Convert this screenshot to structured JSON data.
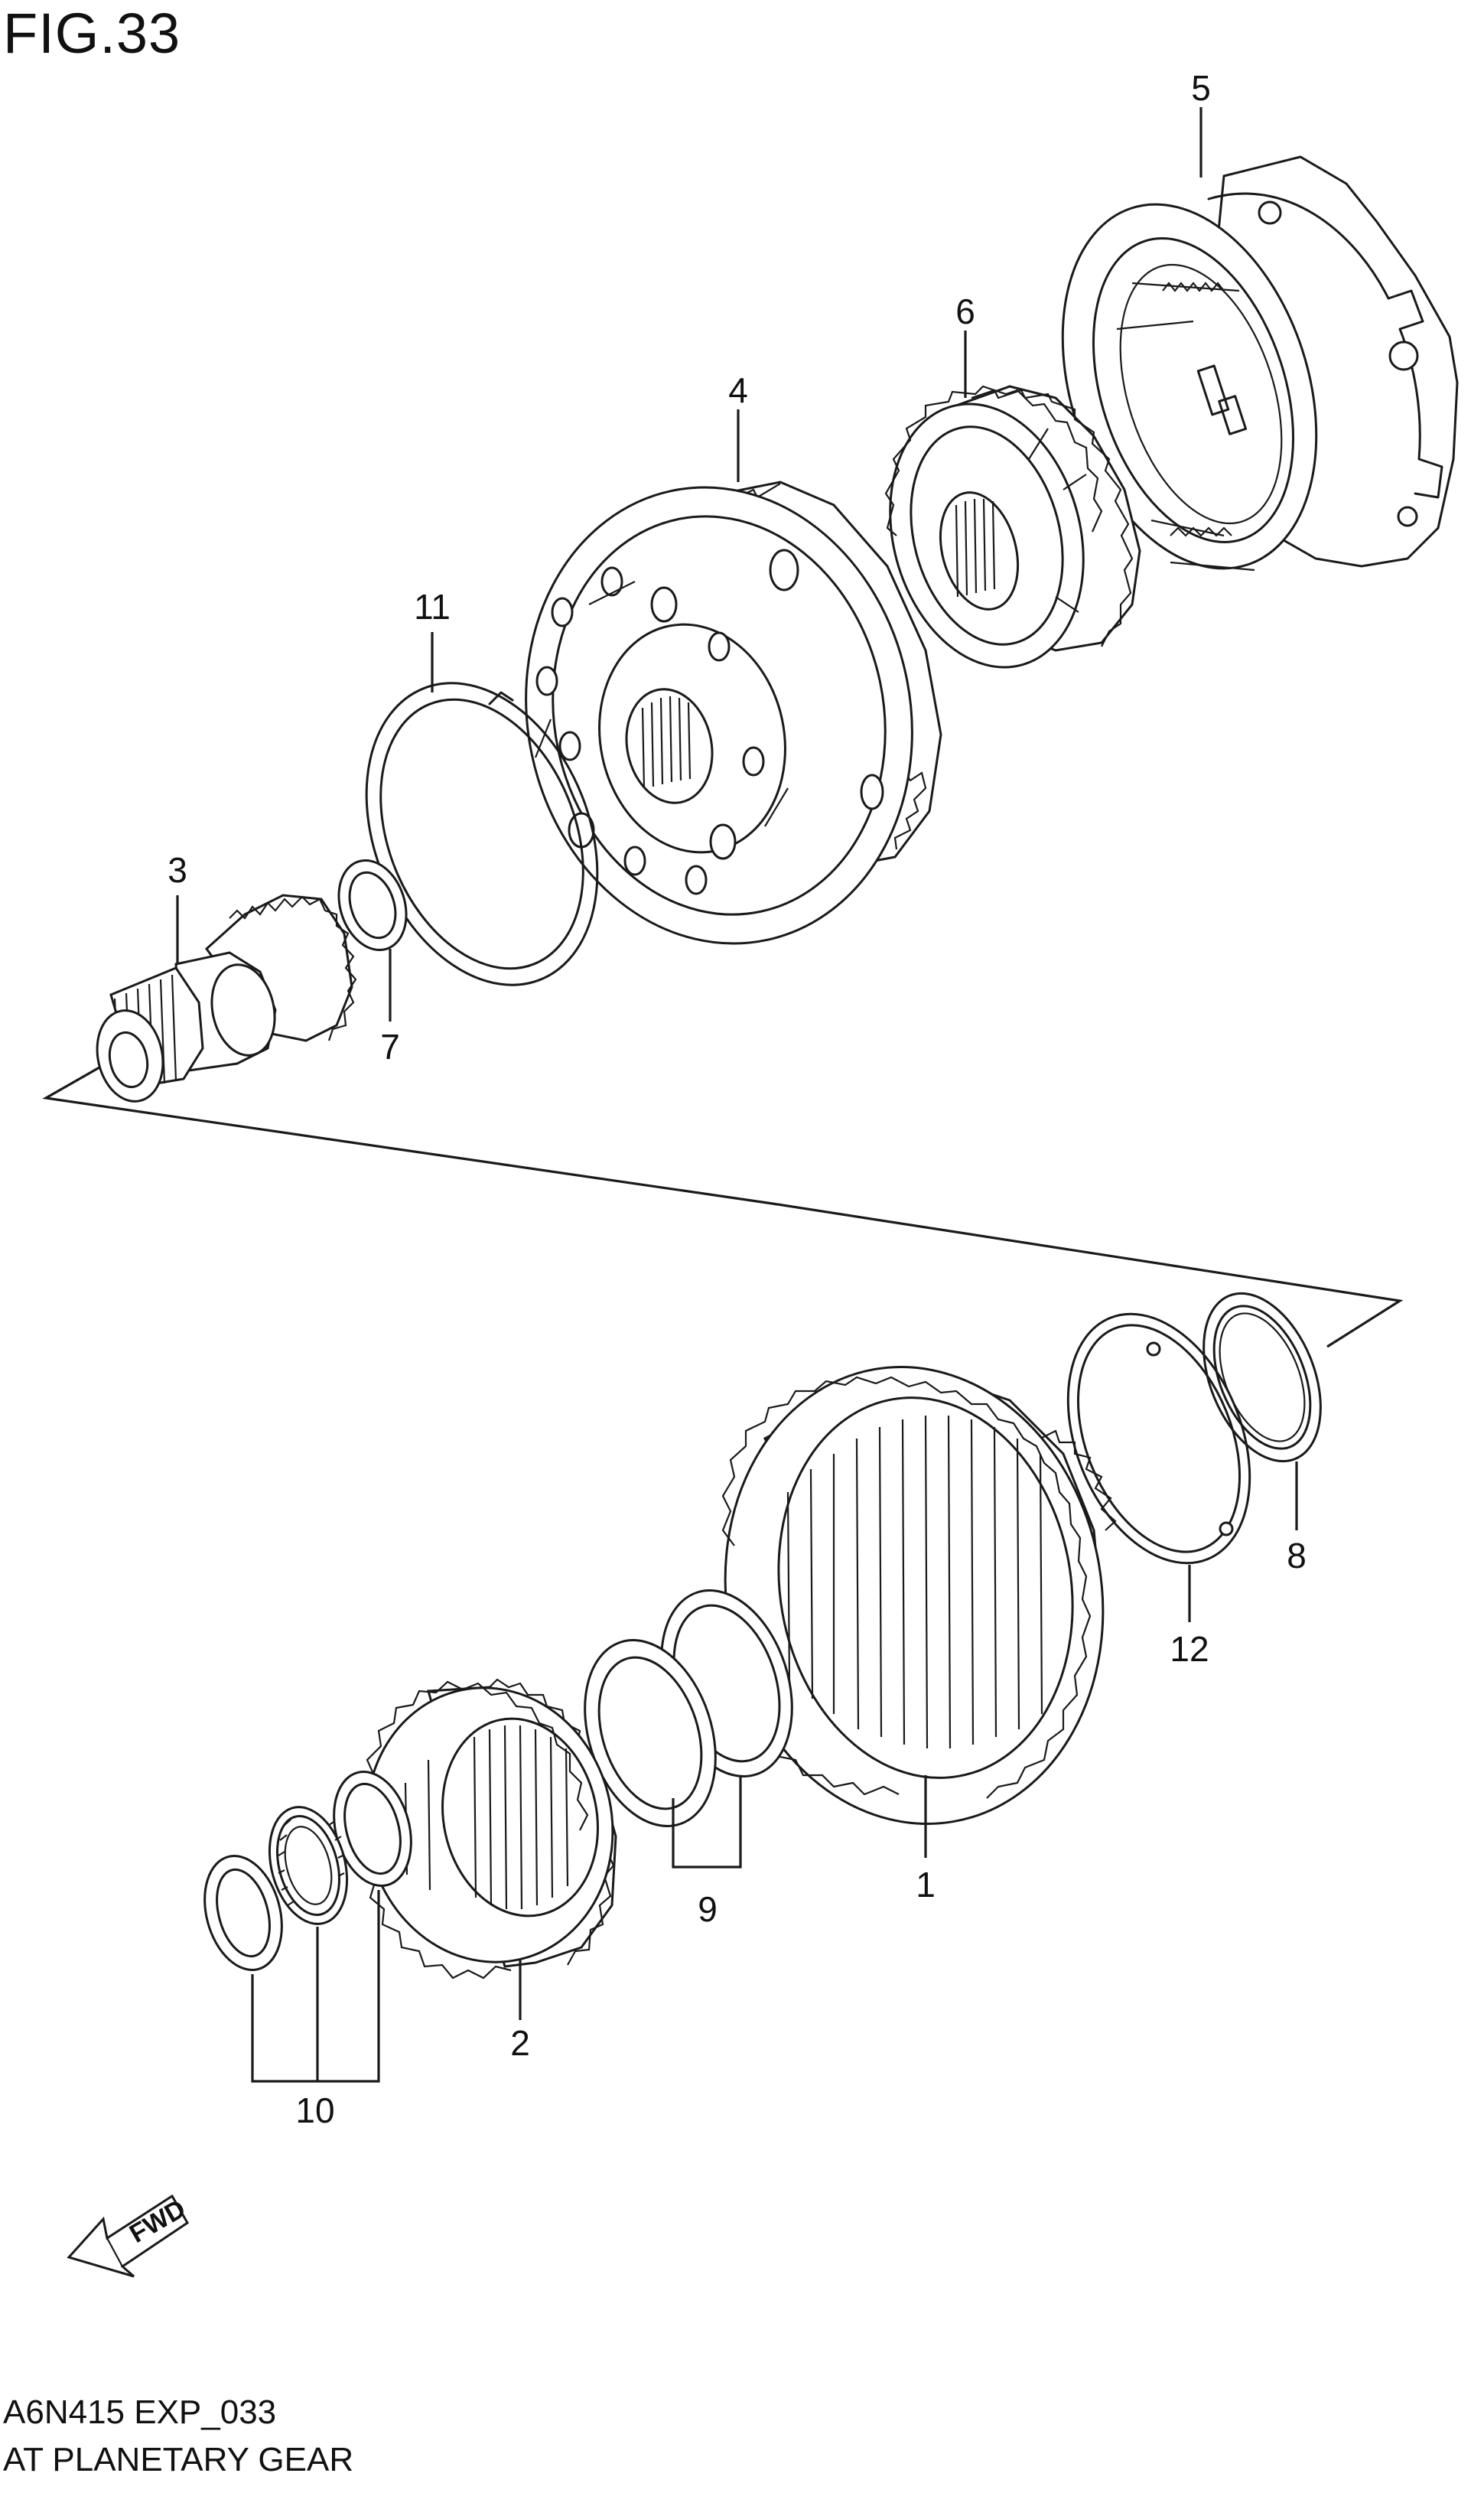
{
  "figure": {
    "title": "FIG.33"
  },
  "footer": {
    "code": "A6N415 EXP_033",
    "caption": "AT PLANETARY GEAR"
  },
  "callouts": {
    "p1": "1",
    "p2": "2",
    "p3": "3",
    "p4": "4",
    "p5": "5",
    "p6": "6",
    "p7": "7",
    "p8": "8",
    "p9": "9",
    "p10": "10",
    "p11": "11",
    "p12": "12"
  },
  "direction_arrow": {
    "label": "FWD"
  }
}
